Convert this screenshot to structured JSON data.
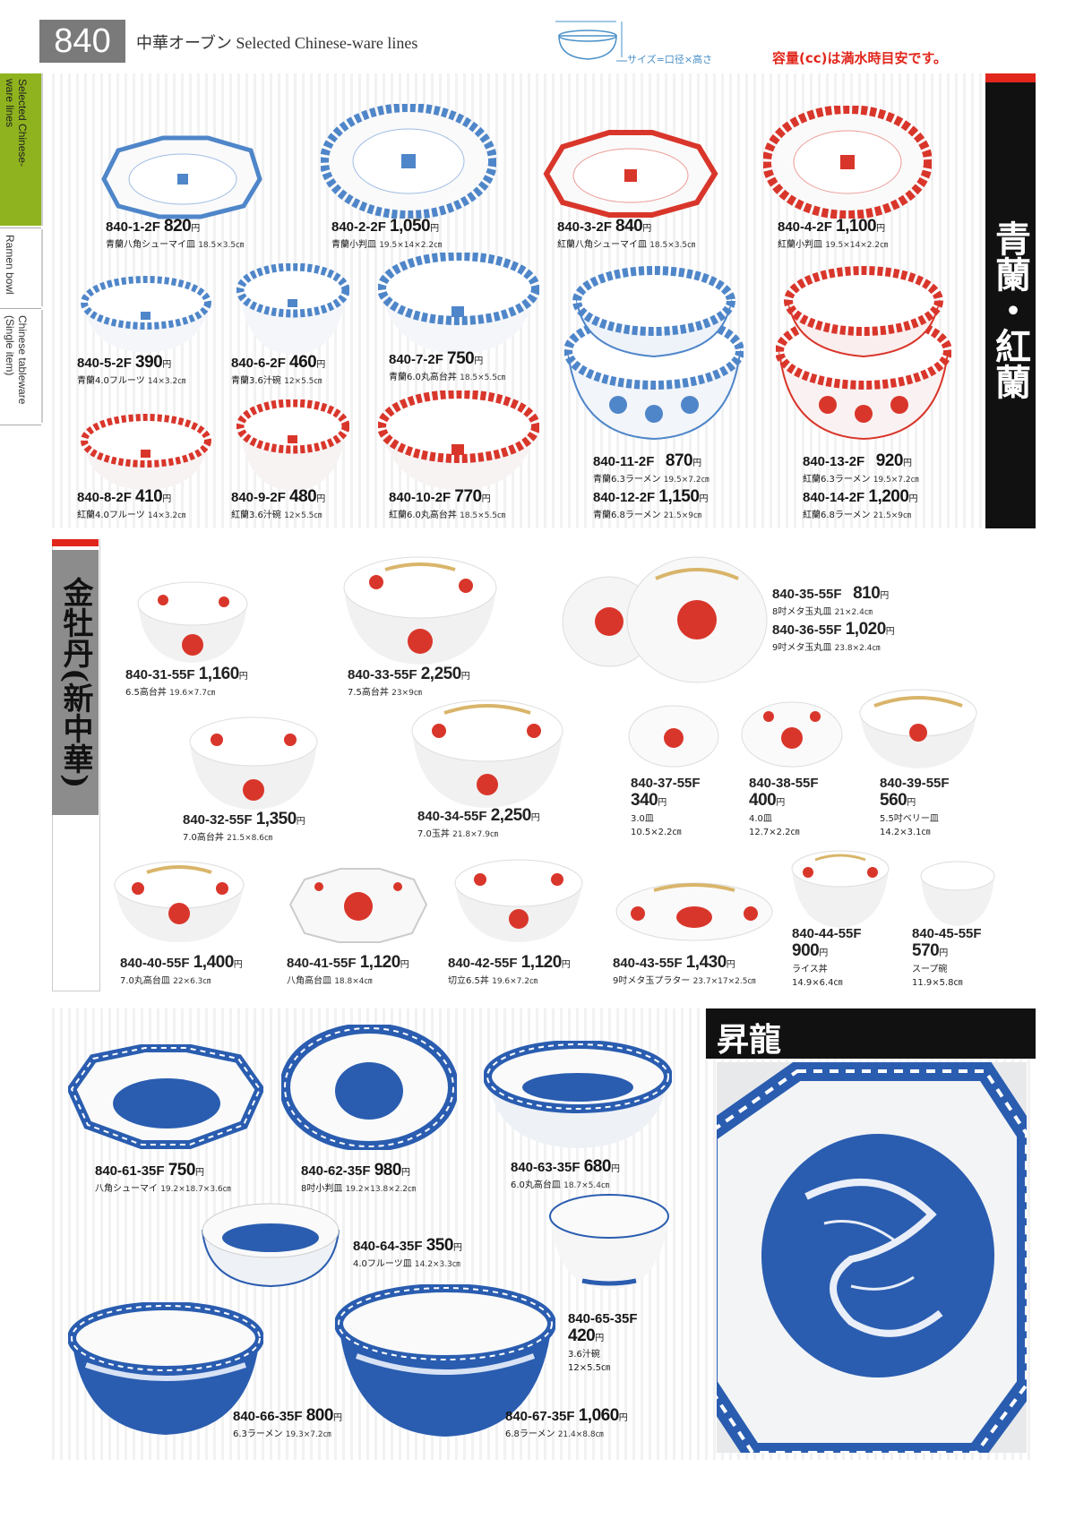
{
  "header": {
    "page_number": "840",
    "title": "中華オーブン Selected Chinese-ware lines",
    "size_note": "サイズ=口径×高さ",
    "capacity_note": "容量(cc)は満水時目安です。"
  },
  "side_tabs": [
    {
      "label": "Selected Chinese-\nware lines"
    },
    {
      "label": "Ramen bowl"
    },
    {
      "label": "Chinese tableware\n(Single item)"
    }
  ],
  "sections": {
    "seiran_kouran": {
      "label": "青蘭・紅蘭"
    },
    "kinbotan": {
      "label": "金牡丹(新中華)"
    },
    "shoryu": {
      "label": "昇龍"
    }
  },
  "yen": "円",
  "items": [
    {
      "code": "840-1-2F",
      "price": "820",
      "name": "青蘭八角シューマイ皿",
      "size": "18.5×3.5㎝"
    },
    {
      "code": "840-2-2F",
      "price": "1,050",
      "name": "青蘭小判皿",
      "size": "19.5×14×2.2㎝"
    },
    {
      "code": "840-3-2F",
      "price": "840",
      "name": "紅蘭八角シューマイ皿",
      "size": "18.5×3.5㎝"
    },
    {
      "code": "840-4-2F",
      "price": "1,100",
      "name": "紅蘭小判皿",
      "size": "19.5×14×2.2㎝"
    },
    {
      "code": "840-5-2F",
      "price": "390",
      "name": "青蘭4.0フルーツ",
      "size": "14×3.2㎝"
    },
    {
      "code": "840-6-2F",
      "price": "460",
      "name": "青蘭3.6汁碗",
      "size": "12×5.5㎝"
    },
    {
      "code": "840-7-2F",
      "price": "750",
      "name": "青蘭6.0丸高台丼",
      "size": "18.5×5.5㎝"
    },
    {
      "code": "840-8-2F",
      "price": "410",
      "name": "紅蘭4.0フルーツ",
      "size": "14×3.2㎝"
    },
    {
      "code": "840-9-2F",
      "price": "480",
      "name": "紅蘭3.6汁碗",
      "size": "12×5.5㎝"
    },
    {
      "code": "840-10-2F",
      "price": "770",
      "name": "紅蘭6.0丸高台丼",
      "size": "18.5×5.5㎝"
    },
    {
      "code": "840-11-2F",
      "price": "870",
      "name": "青蘭6.3ラーメン",
      "size": "19.5×7.2㎝"
    },
    {
      "code": "840-12-2F",
      "price": "1,150",
      "name": "青蘭6.8ラーメン",
      "size": "21.5×9㎝"
    },
    {
      "code": "840-13-2F",
      "price": "920",
      "name": "紅蘭6.3ラーメン",
      "size": "19.5×7.2㎝"
    },
    {
      "code": "840-14-2F",
      "price": "1,200",
      "name": "紅蘭6.8ラーメン",
      "size": "21.5×9㎝"
    },
    {
      "code": "840-31-55F",
      "price": "1,160",
      "name": "6.5高台丼",
      "size": "19.6×7.7㎝"
    },
    {
      "code": "840-33-55F",
      "price": "2,250",
      "name": "7.5高台丼",
      "size": "23×9㎝"
    },
    {
      "code": "840-35-55F",
      "price": "810",
      "name": "8吋メタ玉丸皿",
      "size": "21×2.4㎝"
    },
    {
      "code": "840-36-55F",
      "price": "1,020",
      "name": "9吋メタ玉丸皿",
      "size": "23.8×2.4㎝"
    },
    {
      "code": "840-32-55F",
      "price": "1,350",
      "name": "7.0高台丼",
      "size": "21.5×8.6㎝"
    },
    {
      "code": "840-34-55F",
      "price": "2,250",
      "name": "7.0玉丼",
      "size": "21.8×7.9㎝"
    },
    {
      "code": "840-37-55F",
      "price": "340",
      "name": "3.0皿",
      "size": "10.5×2.2㎝"
    },
    {
      "code": "840-38-55F",
      "price": "400",
      "name": "4.0皿",
      "size": "12.7×2.2㎝"
    },
    {
      "code": "840-39-55F",
      "price": "560",
      "name": "5.5吋ベリー皿",
      "size": "14.2×3.1㎝"
    },
    {
      "code": "840-40-55F",
      "price": "1,400",
      "name": "7.0丸高台皿",
      "size": "22×6.3㎝"
    },
    {
      "code": "840-41-55F",
      "price": "1,120",
      "name": "八角高台皿",
      "size": "18.8×4㎝"
    },
    {
      "code": "840-42-55F",
      "price": "1,120",
      "name": "切立6.5丼",
      "size": "19.6×7.2㎝"
    },
    {
      "code": "840-43-55F",
      "price": "1,430",
      "name": "9吋メタ玉プラター",
      "size": "23.7×17×2.5㎝"
    },
    {
      "code": "840-44-55F",
      "price": "900",
      "name": "ライス丼",
      "size": "14.9×6.4㎝"
    },
    {
      "code": "840-45-55F",
      "price": "570",
      "name": "スープ碗",
      "size": "11.9×5.8㎝"
    },
    {
      "code": "840-61-35F",
      "price": "750",
      "name": "八角シューマイ",
      "size": "19.2×18.7×3.6㎝"
    },
    {
      "code": "840-62-35F",
      "price": "980",
      "name": "8吋小判皿",
      "size": "19.2×13.8×2.2㎝"
    },
    {
      "code": "840-63-35F",
      "price": "680",
      "name": "6.0丸高台皿",
      "size": "18.7×5.4㎝"
    },
    {
      "code": "840-64-35F",
      "price": "350",
      "name": "4.0フルーツ皿",
      "size": "14.2×3.3㎝"
    },
    {
      "code": "840-65-35F",
      "price": "420",
      "name": "3.6汁碗",
      "size": "12×5.5㎝"
    },
    {
      "code": "840-66-35F",
      "price": "800",
      "name": "6.3ラーメン",
      "size": "19.3×7.2㎝"
    },
    {
      "code": "840-67-35F",
      "price": "1,060",
      "name": "6.8ラーメン",
      "size": "21.4×8.8㎝"
    }
  ],
  "colors": {
    "panel_red": "#b5585e",
    "seiran_blue": "#4f86c9",
    "kouran_red": "#d9362b",
    "shoryu_blue": "#2a5db0",
    "tab_green": "#8fb31e",
    "accent_red": "#e1261c"
  }
}
